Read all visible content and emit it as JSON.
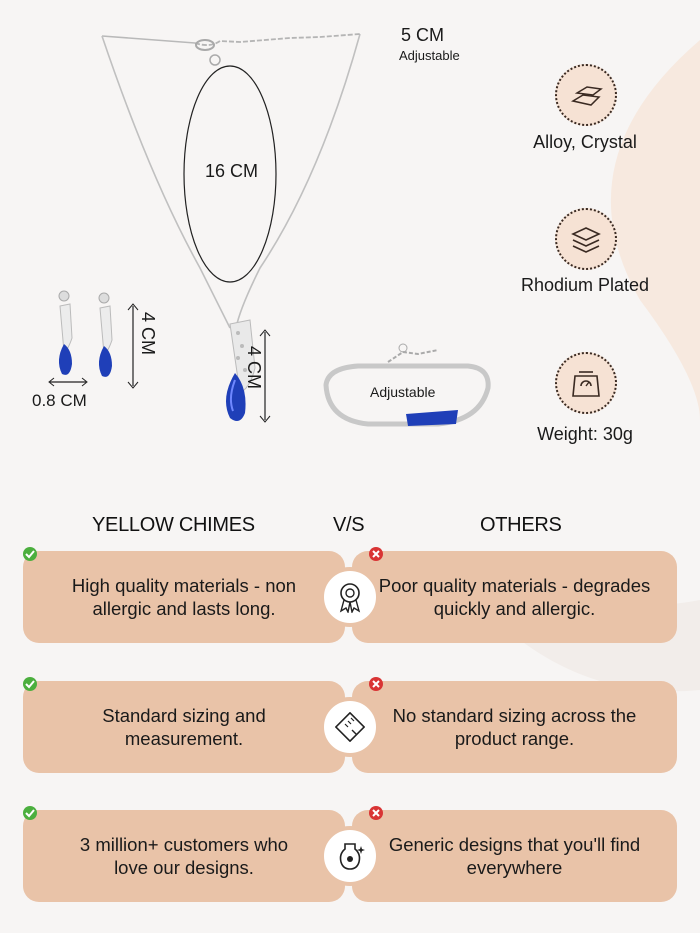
{
  "dimensions": {
    "chain_extension": "5 CM",
    "chain_extension_note": "Adjustable",
    "necklace_length": "16 CM",
    "pendant_height": "4 CM",
    "earring_height": "4 CM",
    "earring_width": "0.8 CM",
    "bracelet_note": "Adjustable"
  },
  "features": [
    {
      "icon": "alloy-bars-icon",
      "label": "Alloy, Crystal"
    },
    {
      "icon": "layers-icon",
      "label": "Rhodium Plated"
    },
    {
      "icon": "weighing-scale-icon",
      "label": "Weight: 30g"
    }
  ],
  "comparison": {
    "left_heading": "YELLOW CHIMES",
    "vs_heading": "V/S",
    "right_heading": "OTHERS",
    "rows": [
      {
        "ours": "High quality materials - non allergic and lasts long.",
        "icon": "quality-badge-icon",
        "theirs": "Poor quality materials - degrades quickly and allergic."
      },
      {
        "ours": "Standard sizing and measurement.",
        "icon": "ruler-icon",
        "theirs": "No standard sizing across the product range."
      },
      {
        "ours": "3 million+ customers who love our designs.",
        "icon": "design-vase-icon",
        "theirs": "Generic designs that you'll find everywhere"
      }
    ]
  },
  "colors": {
    "card": "#e9c3a8",
    "check": "#4caf3e",
    "cross": "#d93434",
    "crystal": "#1f3fb8"
  }
}
